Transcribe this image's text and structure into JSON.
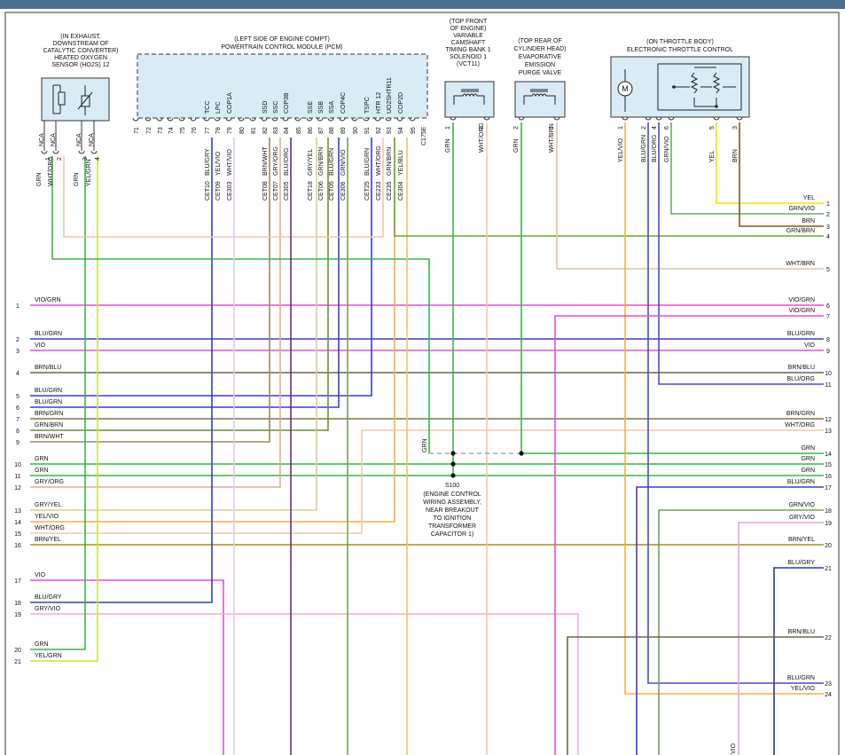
{
  "components": {
    "ho2s": {
      "lines": [
        "(IN EXHAUST,",
        "DOWNSTREAM OF",
        "CATALYTIC CONVERTER)",
        "HEATED OXYGEN",
        "SENSOR (HO2S) 12"
      ]
    },
    "pcm": {
      "lines": [
        "(LEFT SIDE OF ENGINE COMPT)",
        "POWERTRAIN CONTROL MODULE (PCM)"
      ]
    },
    "vct": {
      "lines": [
        "(TOP FRONT",
        "OF ENGINE)",
        "VARIABLE",
        "CAMSHAFT",
        "TIMING BANK 1",
        "SOLENOID 1",
        "(VCT11)"
      ]
    },
    "evap": {
      "lines": [
        "(TOP REAR OF",
        "CYLINDER HEAD)",
        "EVAPORATIVE",
        "EMISSION",
        "PURGE VALVE"
      ]
    },
    "etc": {
      "lines": [
        "(ON THROTTLE BODY)",
        "ELECTRONIC THROTTLE CONTROL"
      ],
      "motor": "M"
    },
    "splice": {
      "name": "S100",
      "lines": [
        "(ENGINE CONTROL",
        "WIRING ASSEMBLY,",
        "NEAR BREAKOUT",
        "TO IGNITION",
        "TRANSFORMER",
        "CAPACITOR 1)"
      ]
    }
  },
  "ho2s_pins": [
    {
      "pin": "1",
      "nca": "NCA",
      "wire": "GRN"
    },
    {
      "pin": "2",
      "nca": "NCA",
      "wire": "WHT/ORG"
    },
    {
      "pin": "3",
      "nca": "NCA",
      "wire": "GRN"
    },
    {
      "pin": "4",
      "nca": "NCA",
      "wire": "YEL/GRN"
    }
  ],
  "pcm_pins": [
    {
      "pin": "71",
      "sig": "",
      "wire": "",
      "circ": ""
    },
    {
      "pin": "72",
      "sig": "",
      "wire": "",
      "circ": ""
    },
    {
      "pin": "73",
      "sig": "",
      "wire": "",
      "circ": ""
    },
    {
      "pin": "74",
      "sig": "",
      "wire": "",
      "circ": ""
    },
    {
      "pin": "75",
      "sig": "",
      "wire": "",
      "circ": ""
    },
    {
      "pin": "76",
      "sig": "",
      "wire": "",
      "circ": ""
    },
    {
      "pin": "77",
      "sig": "TCC",
      "wire": "BLU/GRY",
      "circ": "CET10"
    },
    {
      "pin": "78",
      "sig": "LPC",
      "wire": "YEL/VIO",
      "circ": "CET09"
    },
    {
      "pin": "79",
      "sig": "COP1A",
      "wire": "WHT/VIO",
      "circ": "CE303"
    },
    {
      "pin": "80",
      "sig": "",
      "wire": "",
      "circ": ""
    },
    {
      "pin": "81",
      "sig": "",
      "wire": "",
      "circ": ""
    },
    {
      "pin": "82",
      "sig": "SSD",
      "wire": "BRN/WHT",
      "circ": "CET08"
    },
    {
      "pin": "83",
      "sig": "SSC",
      "wire": "GRY/ORG",
      "circ": "CET07"
    },
    {
      "pin": "84",
      "sig": "COP3B",
      "wire": "BLU/ORG",
      "circ": "CE305"
    },
    {
      "pin": "85",
      "sig": "",
      "wire": "",
      "circ": ""
    },
    {
      "pin": "86",
      "sig": "SSE",
      "wire": "GRY/YEL",
      "circ": "CET18"
    },
    {
      "pin": "87",
      "sig": "SSB",
      "wire": "GRN/BRN",
      "circ": "CET06"
    },
    {
      "pin": "88",
      "sig": "SSA",
      "wire": "BLU/GRN",
      "circ": "CET05"
    },
    {
      "pin": "89",
      "sig": "COP4C",
      "wire": "GRN/VIO",
      "circ": "CE306"
    },
    {
      "pin": "90",
      "sig": "",
      "wire": "",
      "circ": ""
    },
    {
      "pin": "91",
      "sig": "TSPC",
      "wire": "BLU/GRN",
      "circ": "CET25"
    },
    {
      "pin": "92",
      "sig": "HTR 12",
      "wire": "WHT/ORG",
      "circ": "CE233"
    },
    {
      "pin": "93",
      "sig": "UO2SHTR11",
      "wire": "GRN/BRN",
      "circ": "CE235"
    },
    {
      "pin": "94",
      "sig": "COP2D",
      "wire": "YEL/BLU",
      "circ": "CE304"
    },
    {
      "pin": "95",
      "sig": "",
      "wire": "",
      "circ": ""
    }
  ],
  "pcm_connector": "C175E",
  "vct_pins": [
    {
      "pin": "1",
      "wire": "GRN"
    },
    {
      "pin": "2",
      "wire": "WHT/ORG"
    }
  ],
  "evap_pins": [
    {
      "pin": "2",
      "wire": "GRN"
    },
    {
      "pin": "1",
      "wire": "WHT/BRN"
    }
  ],
  "etc_pins": [
    {
      "pin": "1",
      "wire": "YEL/VIO"
    },
    {
      "pin": "2",
      "wire": "BLU/GRN"
    },
    {
      "pin": "4",
      "wire": "BLU/ORG"
    },
    {
      "pin": "6",
      "wire": "GRN/VIO"
    },
    {
      "pin": "5",
      "wire": "YEL"
    },
    {
      "pin": "3",
      "wire": "BRN"
    }
  ],
  "left_connectors": [
    {
      "num": "1",
      "label": "VIO/GRN"
    },
    {
      "num": "2",
      "label": "BLU/GRN"
    },
    {
      "num": "3",
      "label": "VIO"
    },
    {
      "num": "4",
      "label": "BRN/BLU"
    },
    {
      "num": "5",
      "label": "BLU/GRN"
    },
    {
      "num": "6",
      "label": "BLU/GRN"
    },
    {
      "num": "7",
      "label": "BRN/GRN"
    },
    {
      "num": "8",
      "label": "GRN/BRN"
    },
    {
      "num": "9",
      "label": "BRN/WHT"
    },
    {
      "num": "10",
      "label": "GRN"
    },
    {
      "num": "11",
      "label": "GRN"
    },
    {
      "num": "12",
      "label": "GRY/ORG"
    },
    {
      "num": "13",
      "label": "GRY/YEL"
    },
    {
      "num": "14",
      "label": "YEL/VIO"
    },
    {
      "num": "15",
      "label": "WHT/ORG"
    },
    {
      "num": "16",
      "label": "BRN/YEL"
    },
    {
      "num": "17",
      "label": "VIO"
    },
    {
      "num": "18",
      "label": "BLU/GRY"
    },
    {
      "num": "19",
      "label": "GRY/VIO"
    },
    {
      "num": "20",
      "label": "GRN"
    },
    {
      "num": "21",
      "label": "YEL/GRN"
    }
  ],
  "right_connectors": [
    {
      "num": "1",
      "label": "YEL"
    },
    {
      "num": "2",
      "label": "GRN/VIO"
    },
    {
      "num": "3",
      "label": "BRN"
    },
    {
      "num": "4",
      "label": "GRN/BRN"
    },
    {
      "num": "5",
      "label": "WHT/BRN"
    },
    {
      "num": "6",
      "label": "VIO/GRN"
    },
    {
      "num": "7",
      "label": "VIO/GRN"
    },
    {
      "num": "8",
      "label": "BLU/GRN"
    },
    {
      "num": "9",
      "label": "VIO"
    },
    {
      "num": "10",
      "label": "BRN/BLU"
    },
    {
      "num": "11",
      "label": "BLU/ORG"
    },
    {
      "num": "12",
      "label": "BRN/GRN"
    },
    {
      "num": "13",
      "label": "WHT/ORG"
    },
    {
      "num": "14",
      "label": "GRN"
    },
    {
      "num": "15",
      "label": "GRN"
    },
    {
      "num": "16",
      "label": "GRN"
    },
    {
      "num": "17",
      "label": "BLU/GRN"
    },
    {
      "num": "18",
      "label": "GRN/VIO"
    },
    {
      "num": "19",
      "label": "GRY/VIO"
    },
    {
      "num": "20",
      "label": "BRN/YEL"
    },
    {
      "num": "21",
      "label": "BLU/GRY"
    },
    {
      "num": "22",
      "label": "BRN/BLU"
    },
    {
      "num": "23",
      "label": "BLU/GRN"
    },
    {
      "num": "24",
      "label": "YEL/VIO"
    }
  ],
  "splice_wire_label": "GRN",
  "bottom_fragment": "VIO",
  "colors": {
    "GRN": "#39b54a",
    "VIO": "#e84fd0",
    "BLU": "#3b3bd4",
    "YEL": "#f2e600",
    "BRN": "#7a5c1c",
    "ORG": "#f4a540",
    "WHT": "#e6d3b8",
    "GRY": "#888888",
    "frame_top": "#4e6c8f",
    "box_fill": "#d9ecf5"
  }
}
